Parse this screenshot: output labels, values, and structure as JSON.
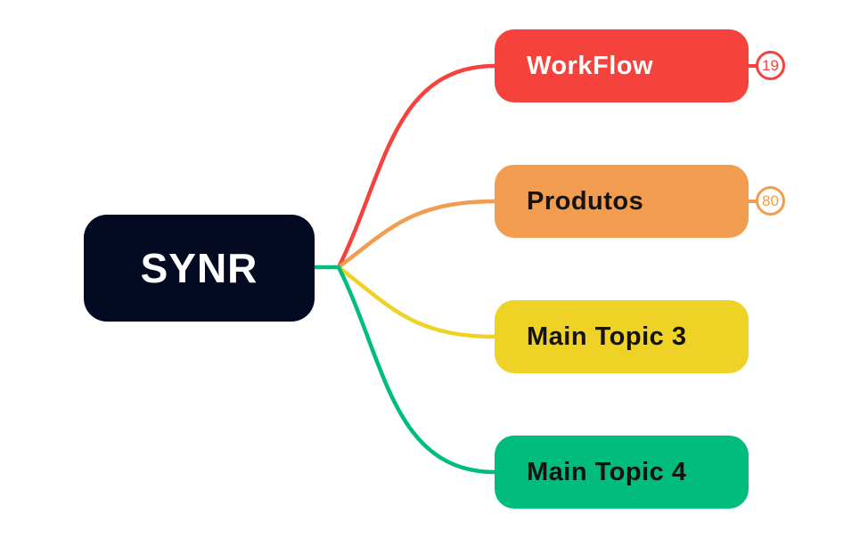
{
  "canvas": {
    "background": "#ffffff"
  },
  "mindmap": {
    "root": {
      "label": "SYNR",
      "bg_color": "#050a23",
      "text_color": "#ffffff"
    },
    "branches": [
      {
        "label": "WorkFlow",
        "color": "#f5423c",
        "text_color": "#ffffff",
        "badge_count": "19"
      },
      {
        "label": "Produtos",
        "color": "#f19c4e",
        "text_color": "#15130f",
        "badge_count": "80"
      },
      {
        "label": "Main Topic 3",
        "color": "#efd226",
        "text_color": "#15130f"
      },
      {
        "label": "Main Topic 4",
        "color": "#00bd7e",
        "text_color": "#15130f"
      }
    ],
    "stub_color": "#00bd7e"
  }
}
